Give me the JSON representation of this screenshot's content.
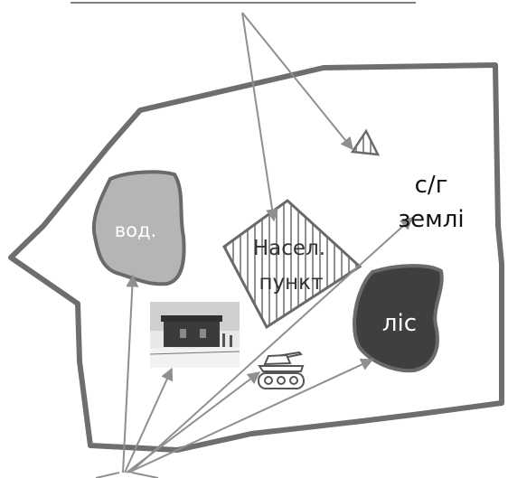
{
  "labels": {
    "water": "вод.",
    "settlement_line1": "Насел.",
    "settlement_line2": "пункт",
    "farmland_line1": "с/г",
    "farmland_line2": "землі",
    "forest": "ліс"
  },
  "colors": {
    "border": "#6e6e6e",
    "water_fill": "#b5b5b5",
    "forest_fill": "#3f3f3f",
    "arrow": "#8f8f8f",
    "hatch": "#888888"
  },
  "icons": {
    "tank": "tank-icon",
    "photo": "house-photo"
  }
}
